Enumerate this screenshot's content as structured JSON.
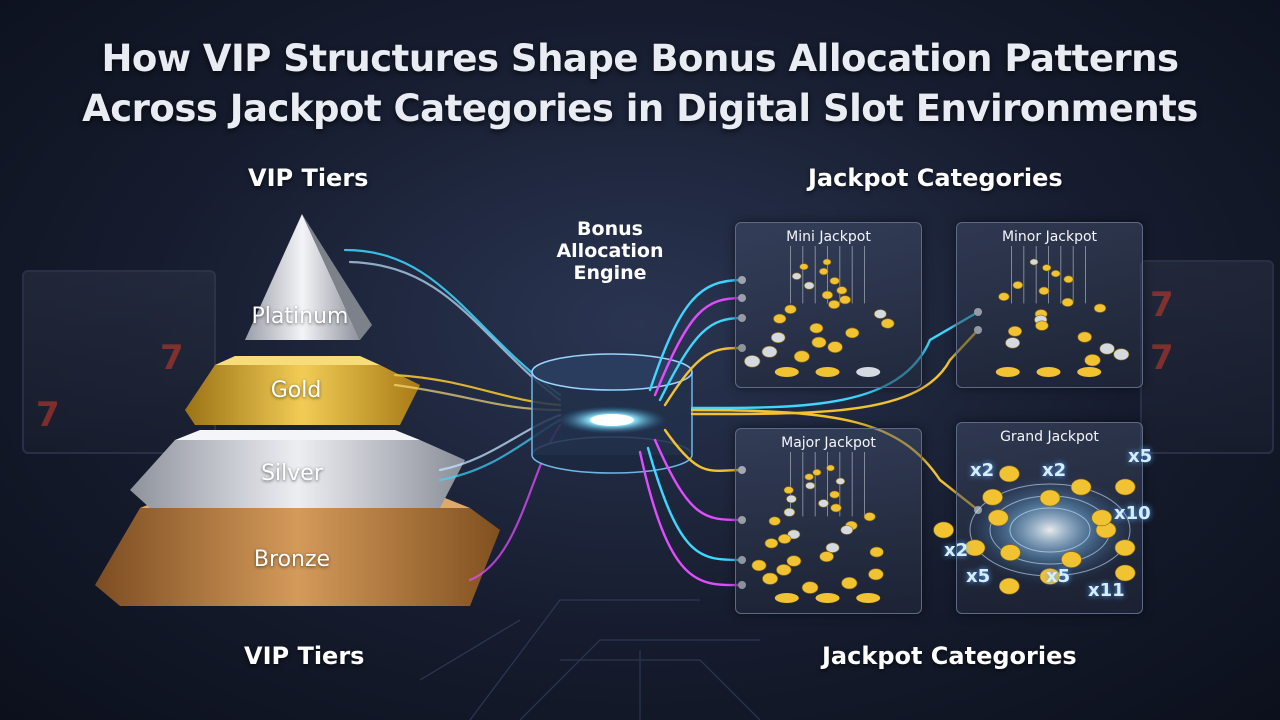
{
  "title": {
    "line1": "How VIP Structures Shape Bonus Allocation Patterns",
    "line2": "Across Jackpot Categories in Digital Slot Environments"
  },
  "vip": {
    "heading_top": "VIP Tiers",
    "heading_bottom": "VIP Tiers",
    "tiers": [
      "Platinum",
      "Gold",
      "Silver",
      "Bronze"
    ],
    "colors": {
      "platinum": "#c9ccd3",
      "gold": "#d8a928",
      "silver": "#c4c7cf",
      "bronze": "#b97a3f"
    }
  },
  "engine": {
    "label_lines": [
      "Bonus",
      "Allocation",
      "Engine"
    ]
  },
  "jackpots": {
    "heading_top": "Jackpot Categories",
    "heading_bottom": "Jackpot Categories",
    "panels": [
      "Mini Jackpot",
      "Minor Jackpot",
      "Major Jackpot",
      "Grand Jackpot"
    ],
    "multipliers": [
      "x2",
      "x2",
      "x5",
      "x10",
      "x2",
      "x5",
      "x5",
      "x11"
    ]
  },
  "slot_symbols": [
    "7",
    "7",
    "7",
    "7"
  ],
  "colors": {
    "stream_cyan": "#3fd7ff",
    "stream_magenta": "#e04dff",
    "stream_gold": "#f2c230",
    "stream_white": "#bfe6ff",
    "coin_gold": "#f1c232",
    "coin_silver": "#d5d9e0"
  }
}
